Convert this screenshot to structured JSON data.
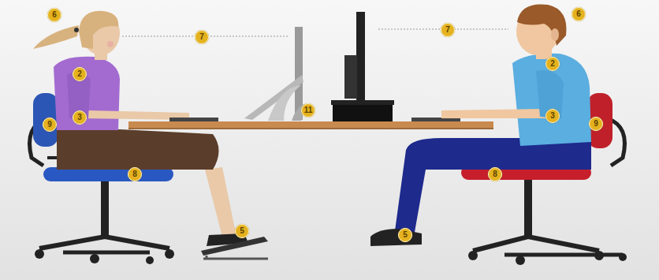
{
  "diagram": {
    "labels": [
      "6",
      "7",
      "2",
      "3",
      "9",
      "8",
      "5",
      "11",
      "6",
      "7",
      "2",
      "3",
      "9",
      "8",
      "5"
    ]
  }
}
